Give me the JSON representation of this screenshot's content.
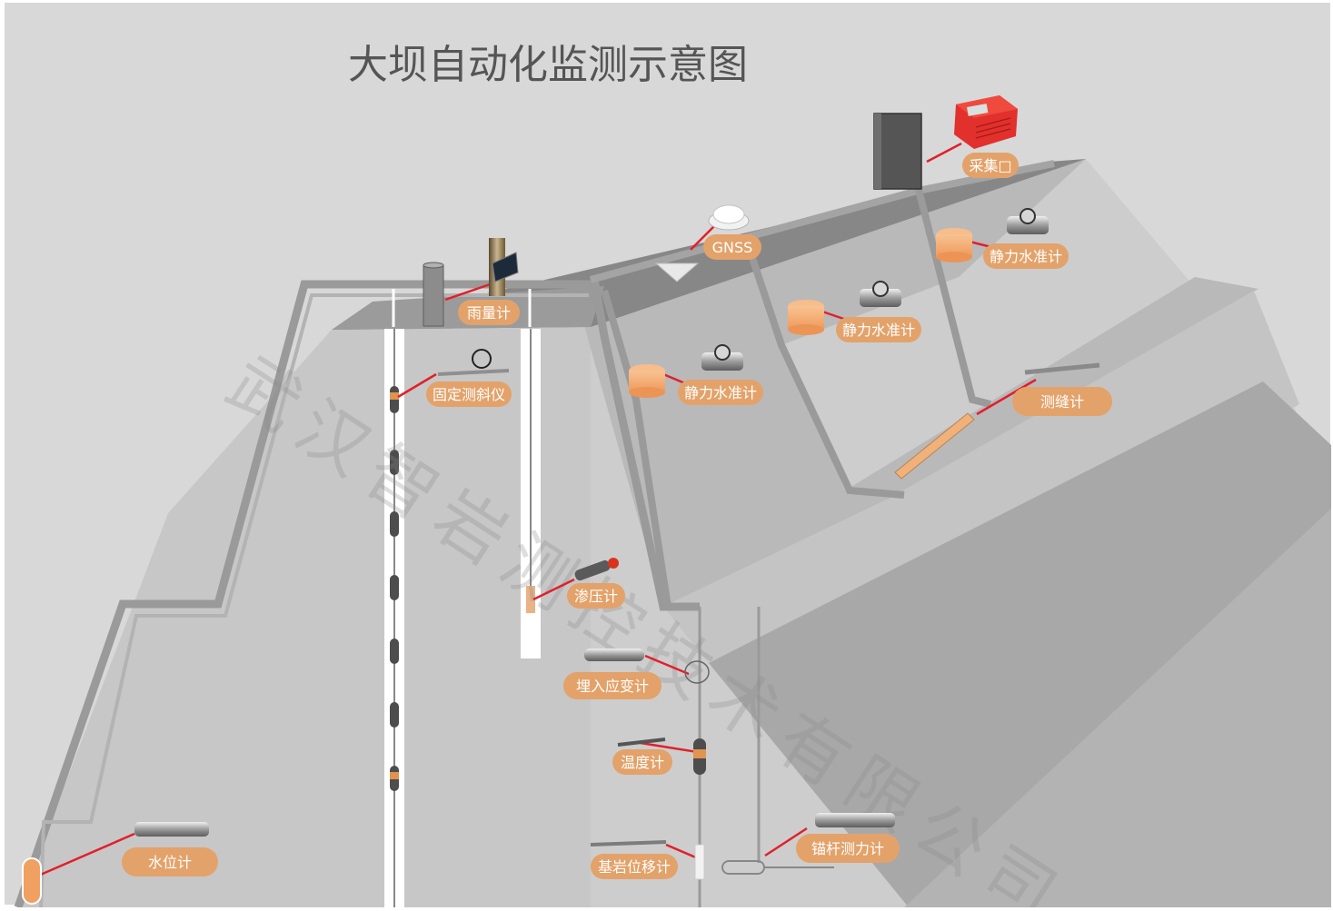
{
  "title": "大坝自动化监测示意图",
  "watermark": "武汉智岩测控技术有限公司",
  "colors": {
    "background": "#d8d8d8",
    "dam_face": "#c9c9c9",
    "dam_dark": "#a9a9aa",
    "dam_crest": "#868686",
    "label_fill": "#e3a26a",
    "leader_line": "#e1202a",
    "sensor_orange": "#f3a870",
    "logger_red": "#e2302c"
  },
  "labels": {
    "logger": "采集□",
    "gnss": "GNSS",
    "rain_gauge": "雨量计",
    "hydrostatic_level_1": "静力水准计",
    "hydrostatic_level_2": "静力水准计",
    "hydrostatic_level_3": "静力水准计",
    "inclinometer": "固定测斜仪",
    "crack_meter": "测缝计",
    "piezometer": "渗压计",
    "strain_gauge": "埋入应变计",
    "thermometer": "温度计",
    "bedrock_extensometer": "基岩位移计",
    "anchor_load_cell": "锚杆测力计",
    "water_level": "水位计"
  },
  "icons": {
    "logger": "data-logger-icon",
    "cabinet": "cabinet-icon",
    "gnss": "gnss-antenna-icon",
    "rain_gauge": "rain-gauge-icon",
    "hydrostatic": "hydrostatic-level-icon",
    "inclinometer": "inclinometer-icon",
    "crack_meter": "crack-meter-icon",
    "piezometer": "piezometer-icon",
    "strain_gauge": "strain-gauge-icon",
    "thermometer": "thermometer-icon",
    "extensometer": "extensometer-icon",
    "anchor": "anchor-load-cell-icon",
    "water_level": "water-level-icon"
  }
}
